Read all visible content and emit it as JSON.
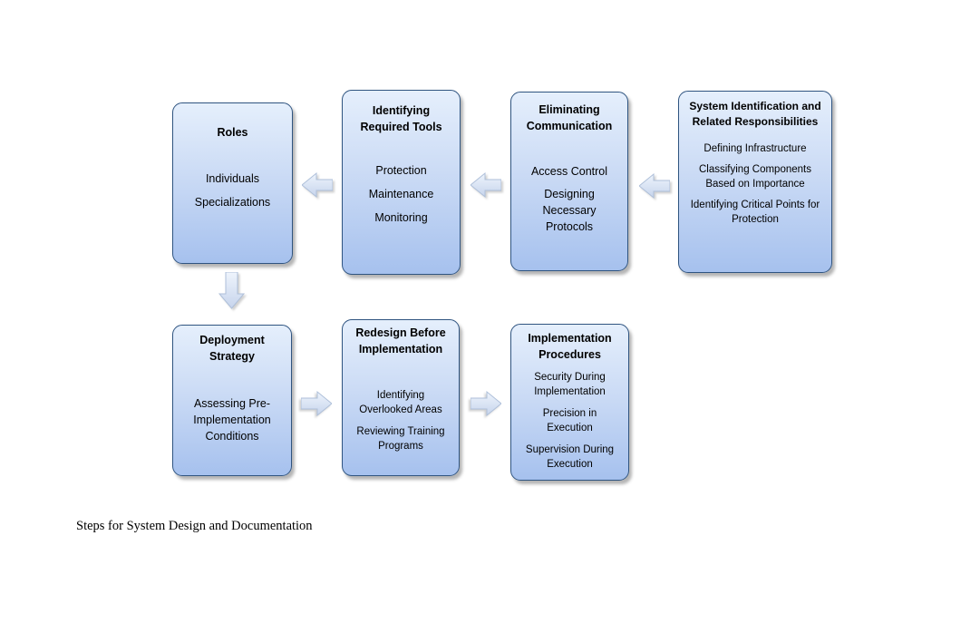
{
  "caption": "Steps for System Design and Documentation",
  "boxes": [
    {
      "title": "Roles",
      "items": [
        "Individuals",
        "Specializations"
      ]
    },
    {
      "title": "Identifying Required Tools",
      "items": [
        "Protection",
        "Maintenance",
        "Monitoring"
      ]
    },
    {
      "title": "Eliminating Communication",
      "items": [
        "Access Control",
        "Designing Necessary Protocols"
      ]
    },
    {
      "title": "System Identification and Related Responsibilities",
      "items": [
        "Defining Infrastructure",
        "Classifying Components Based on Importance",
        "Identifying Critical Points for Protection"
      ]
    },
    {
      "title": "Deployment Strategy",
      "items": [
        "Assessing Pre-Implementation Conditions"
      ]
    },
    {
      "title": "Redesign Before Implementation",
      "items": [
        "Identifying Overlooked Areas",
        "Reviewing Training Programs"
      ]
    },
    {
      "title": "Implementation Procedures",
      "items": [
        "Security During Implementation",
        "Precision in Execution",
        "Supervision During Execution"
      ]
    }
  ],
  "icons": {
    "arrow_left": "block-arrow-left",
    "arrow_right": "block-arrow-right",
    "arrow_down": "block-arrow-down"
  },
  "colors": {
    "box_gradient_top": "#e5effc",
    "box_gradient_bottom": "#a6c1ee",
    "box_border": "#2f5480",
    "arrow_fill_top": "#eef4fc",
    "arrow_fill_bottom": "#c6d4ec",
    "text": "#000000"
  }
}
